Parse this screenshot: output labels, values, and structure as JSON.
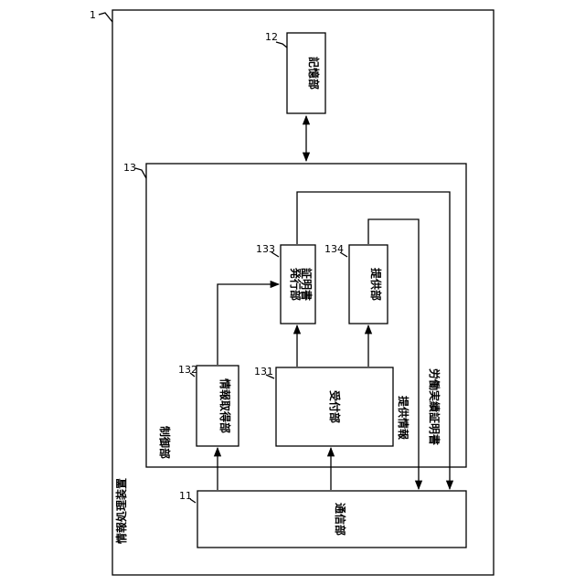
{
  "device": {
    "ref": "1",
    "label": "情報処理装置"
  },
  "communication_unit": {
    "ref": "11",
    "label": "通信部"
  },
  "storage_unit": {
    "ref": "12",
    "label": "記憶部"
  },
  "control_unit": {
    "ref": "13",
    "label": "制御部"
  },
  "reception_unit": {
    "ref": "131",
    "label": "受付部"
  },
  "info_acquisition_unit": {
    "ref": "132",
    "label": "情報取得部"
  },
  "certificate_issuing_unit": {
    "ref": "133",
    "label_line1": "証明書",
    "label_line2": "発行部"
  },
  "provision_unit": {
    "ref": "134",
    "label": "提供部"
  },
  "flow_labels": {
    "provided_info": "提供情報",
    "labor_certificate": "労働実績証明書"
  }
}
